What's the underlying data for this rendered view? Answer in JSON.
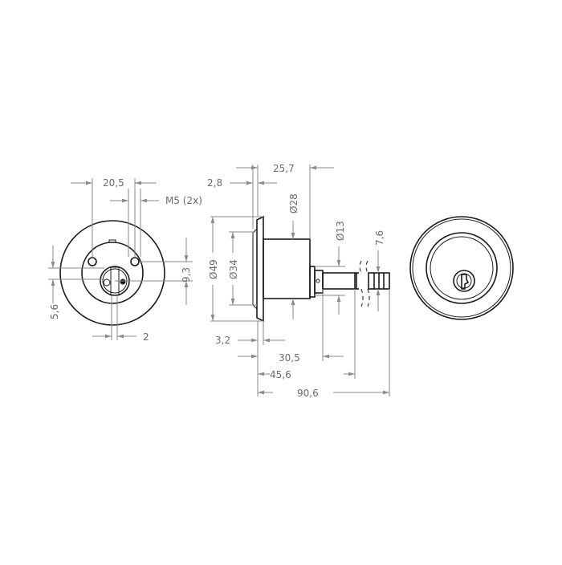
{
  "drawing": {
    "title": "Lock cylinder technical drawing",
    "views": [
      "back-view",
      "side-view",
      "front-view"
    ],
    "line_color": "#1a1a1a",
    "dimension_color": "#8a8a8a",
    "text_color": "#6b6b6b",
    "back_view": {
      "dims": {
        "hole_spacing": "20,5",
        "thread": "M5 (2x)",
        "vertical_hole_offset": "9,3",
        "center_offset": "5,6",
        "slot_width": "2"
      }
    },
    "side_view": {
      "dims": {
        "flange_thickness": "2,8",
        "body_length": "25,7",
        "body_diameter": "Ø28",
        "flange_diameter": "Ø49",
        "inner_diameter": "Ø34",
        "cam_diameter": "Ø13",
        "tailpiece_width": "7,6",
        "flange_offset": "3,2",
        "tail_start": "30,5",
        "tail_break": "45,6",
        "overall_length": "90,6"
      }
    },
    "front_view": {
      "features": [
        "outer-ring",
        "inner-ring",
        "keyway"
      ]
    }
  }
}
